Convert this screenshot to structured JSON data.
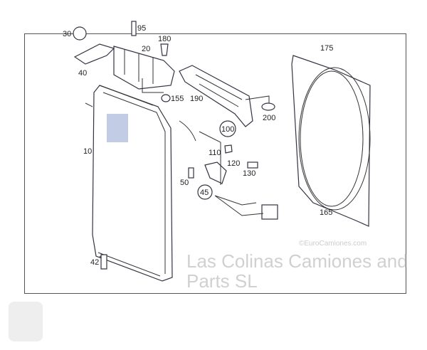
{
  "diagram": {
    "callouts": [
      "30",
      "95",
      "180",
      "20",
      "175",
      "40",
      "155",
      "190",
      "200",
      "10",
      "100",
      "110",
      "120",
      "130",
      "50",
      "45",
      "165",
      "42"
    ],
    "watermark": "Las Colinas Camiones and Parts SL",
    "copyright": "©EuroCamiones.com"
  },
  "colors": {
    "line": "#333344",
    "frame": "#555555"
  }
}
